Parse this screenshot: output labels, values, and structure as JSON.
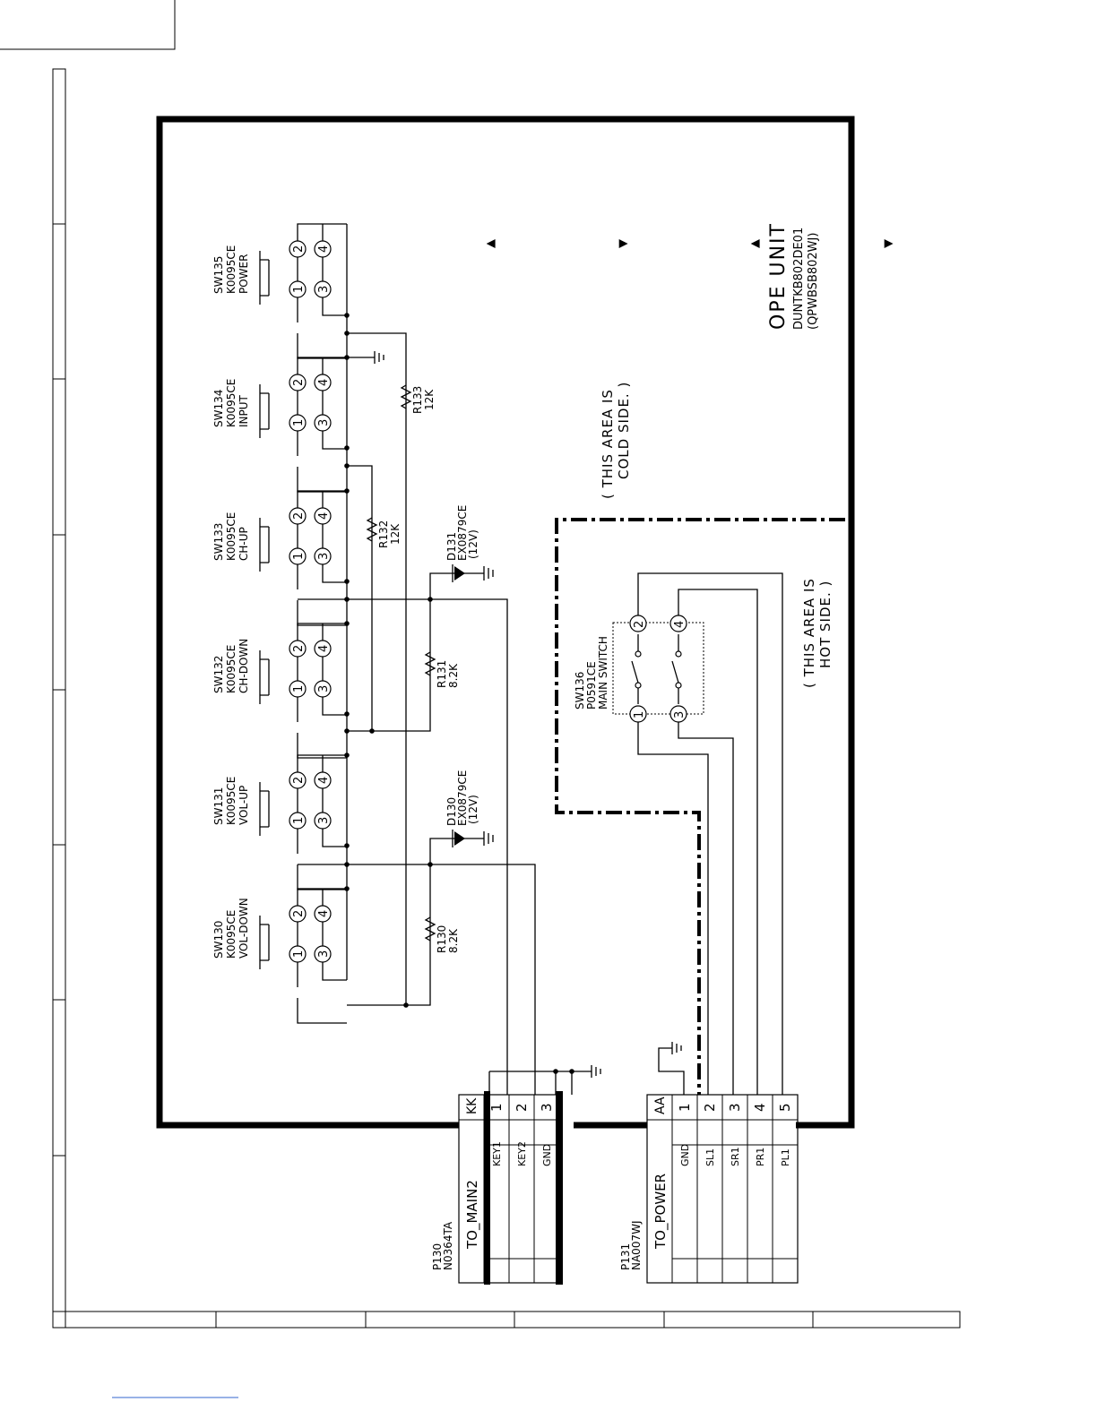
{
  "unit": {
    "title": "OPE UNIT",
    "code1": "DUNTKB802DE01",
    "code2": "(QPWBSB802WJ)"
  },
  "areas": {
    "cold_1": "( THIS AREA IS",
    "cold_2": "COLD SIDE. )",
    "hot_1": "( THIS AREA IS",
    "hot_2": "HOT SIDE. )"
  },
  "switches": [
    {
      "ref": "SW135",
      "part": "K0095CE",
      "func": "POWER",
      "arrow": ""
    },
    {
      "ref": "SW134",
      "part": "K0095CE",
      "func": "INPUT",
      "arrow": ""
    },
    {
      "ref": "SW133",
      "part": "K0095CE",
      "func": "CH-UP",
      "arrow": "▲"
    },
    {
      "ref": "SW132",
      "part": "K0095CE",
      "func": "CH-DOWN",
      "arrow": "▼"
    },
    {
      "ref": "SW131",
      "part": "K0095CE",
      "func": "VOL-UP",
      "arrow": "▲"
    },
    {
      "ref": "SW130",
      "part": "K0095CE",
      "func": "VOL-DOWN",
      "arrow": "▼"
    }
  ],
  "resistors": [
    {
      "ref": "R133",
      "value": "12K"
    },
    {
      "ref": "R132",
      "value": "12K"
    },
    {
      "ref": "R131",
      "value": "8.2K"
    },
    {
      "ref": "R130",
      "value": "8.2K"
    }
  ],
  "diodes": [
    {
      "ref": "D131",
      "part": "EX0879CE",
      "rating": "(12V)"
    },
    {
      "ref": "D130",
      "part": "EX0879CE",
      "rating": "(12V)"
    }
  ],
  "main_switch": {
    "ref": "SW136",
    "part": "P0591CE",
    "func": "MAIN SWITCH"
  },
  "pin_numbers": [
    "1",
    "2",
    "3",
    "4"
  ],
  "connectors": [
    {
      "ref": "P130",
      "part": "N0364TA",
      "dest": "TO_MAIN2",
      "code": "KK",
      "pins": [
        {
          "num": "1",
          "signal": "KEY1"
        },
        {
          "num": "2",
          "signal": "KEY2"
        },
        {
          "num": "3",
          "signal": "GND"
        }
      ]
    },
    {
      "ref": "P131",
      "part": "NA007WJ",
      "dest": "TO_POWER",
      "code": "AA",
      "pins": [
        {
          "num": "1",
          "signal": "GND"
        },
        {
          "num": "2",
          "signal": "SL1"
        },
        {
          "num": "3",
          "signal": "SR1"
        },
        {
          "num": "4",
          "signal": "PR1"
        },
        {
          "num": "5",
          "signal": "PL1"
        }
      ]
    }
  ]
}
